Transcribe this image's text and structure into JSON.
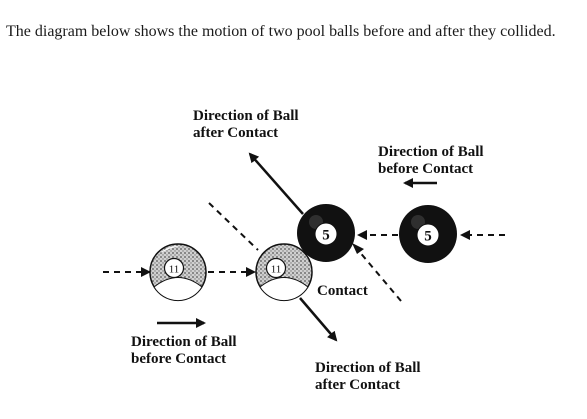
{
  "intro_text": "The diagram below shows the motion of two pool balls before and after they collided.",
  "labels": {
    "ball5_after_line1": "Direction of Ball",
    "ball5_after_line2": "after Contact",
    "ball5_before_line1": "Direction of Ball",
    "ball5_before_line2": "before Contact",
    "ball11_before_line1": "Direction of Ball",
    "ball11_before_line2": "before Contact",
    "ball11_after_line1": "Direction of Ball",
    "ball11_after_line2": "after Contact",
    "contact": "Contact"
  },
  "balls": {
    "stripe_number": "11",
    "solid_number": "5"
  },
  "colors": {
    "ink": "#111111",
    "solid_ball": "#111111",
    "stripe_shade": "#8a8a8a"
  }
}
